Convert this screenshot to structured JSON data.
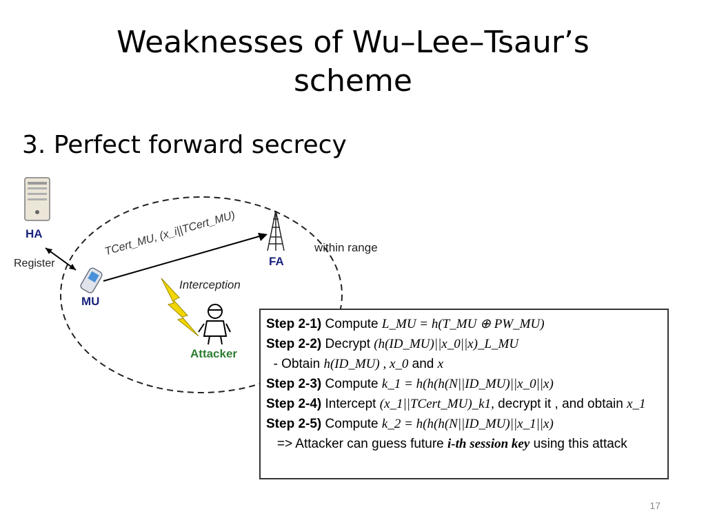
{
  "slide": {
    "title_line1": "Weaknesses of Wu–Lee–Tsaur’s",
    "title_line2": "scheme",
    "subtitle": "3. Perfect forward secrecy",
    "page_number": "17"
  },
  "diagram": {
    "ha_label": "HA",
    "register_label": "Register",
    "mu_label": "MU",
    "fa_label": "FA",
    "within_range_label": "within range",
    "interception_label": "Interception",
    "attacker_label": "Attacker",
    "message_label": "TCert_MU, (x_i||TCert_MU)",
    "colors": {
      "attacker": "#2e7d32",
      "labels": "#1a237e",
      "lightning": "#f2d600"
    }
  },
  "steps": {
    "s1_label": "Step 2-1)",
    "s1_text": "Compute",
    "s1_math": "L_MU = h(T_MU ⊕ PW_MU)",
    "s2_label": "Step 2-2)",
    "s2_text": "Decrypt",
    "s2_math": "(h(ID_MU)||x_0||x)_L_MU",
    "s2b_text": "- Obtain",
    "s2b_math": "h(ID_MU) , x_0",
    "s2b_and": "and",
    "s2b_x": "x",
    "s3_label": "Step 2-3)",
    "s3_text": "Compute",
    "s3_math": "k_1 = h(h(h(N||ID_MU)||x_0||x)",
    "s4_label": "Step 2-4)",
    "s4_text": "Intercept",
    "s4_math": "(x_1||TCert_MU)_k1,",
    "s4_text2": "decrypt it , and obtain",
    "s4_x": "x_1",
    "s5_label": "Step 2-5)",
    "s5_text": "Compute",
    "s5_math": "k_2 = h(h(h(N||ID_MU)||x_1||x)",
    "conclusion_pre": "=> Attacker can guess future",
    "conclusion_em": "i-th session key",
    "conclusion_post": "using this attack"
  }
}
